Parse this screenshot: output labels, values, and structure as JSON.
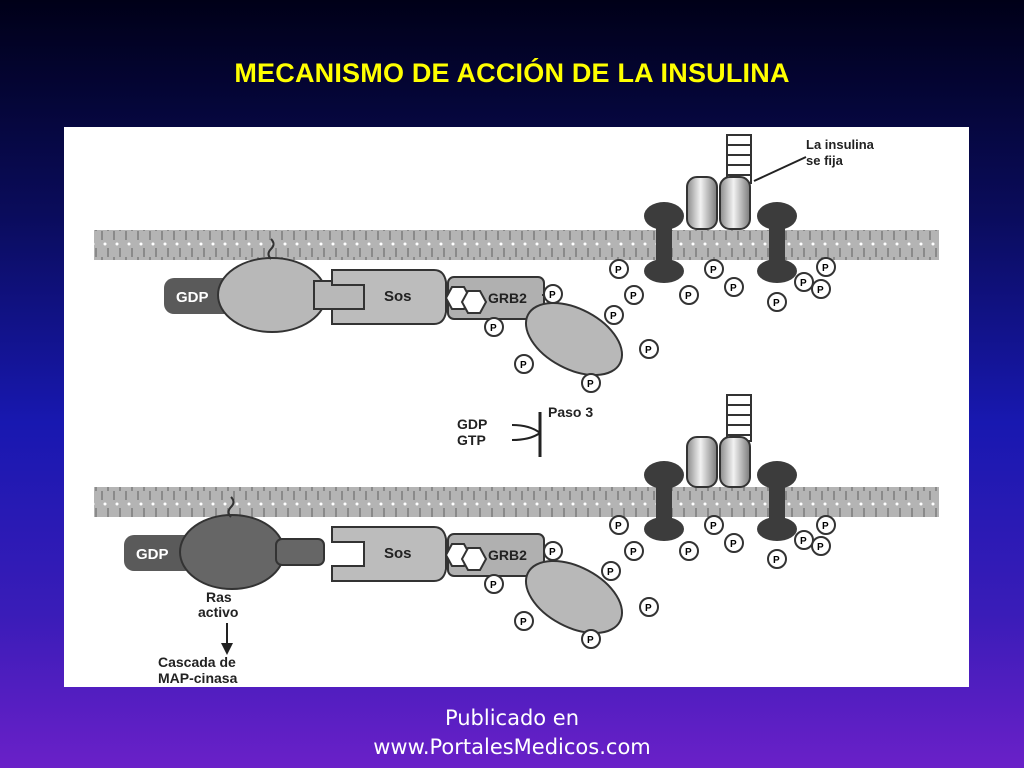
{
  "title": "MECANISMO DE ACCIÓN DE LA INSULINA",
  "diagram": {
    "insulin_label_line1": "La insulina",
    "insulin_label_line2": "se fija",
    "top": {
      "gdp": "GDP",
      "sos": "Sos",
      "grb2": "GRB2"
    },
    "step": {
      "gdp": "GDP",
      "gtp": "GTP",
      "label": "Paso 3"
    },
    "bottom": {
      "gdp": "GDP",
      "sos": "Sos",
      "grb2": "GRB2",
      "ras_line1": "Ras",
      "ras_line2": "activo",
      "cascade_line1": "Cascada de",
      "cascade_line2": "MAP-cinasa"
    },
    "phosphate": "P"
  },
  "footer": {
    "line1": "Publicado en",
    "line2": "www.PortalesMedicos.com"
  }
}
